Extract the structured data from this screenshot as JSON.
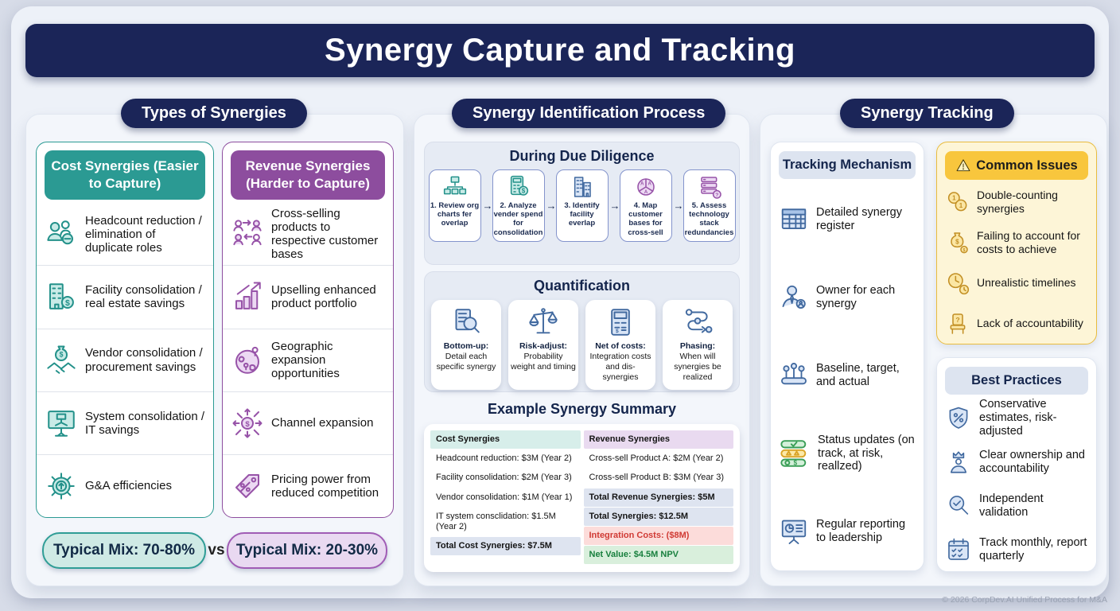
{
  "page": {
    "title": "Synergy Capture and Tracking",
    "footer": "© 2026 CorpDev.AI Unified Process for M&A"
  },
  "colors": {
    "navy": "#1b2558",
    "teal": "#2b9a93",
    "purple": "#8d4d9e",
    "yellow": "#f8c63d",
    "blue_icon": "#41699f",
    "gold_icon": "#c28f24",
    "red_text": "#d03a34",
    "green_text": "#177f3d"
  },
  "left": {
    "header": "Types of Synergies",
    "vs": "vs",
    "cost": {
      "title": "Cost Synergies (Easier to Capture)",
      "items": [
        "Headcount reduction / elimination of duplicate roles",
        "Facility consolidation / real estate savings",
        "Vendor consolidation / procurement savings",
        "System consolidation / IT savings",
        "G&A efficiencies"
      ],
      "mix": "Typical Mix: 70-80%"
    },
    "revenue": {
      "title": "Revenue Synergies (Harder to Capture)",
      "items": [
        "Cross-selling products to respective customer bases",
        "Upselling enhanced product portfolio",
        "Geographic expansion opportunities",
        "Channel expansion",
        "Pricing power from reduced competition"
      ],
      "mix": "Typical Mix: 20-30%"
    }
  },
  "middle": {
    "header": "Synergy Identification Process",
    "due_diligence": {
      "title": "During Due Diligence",
      "steps": [
        "1. Review org charts fer overlap",
        "2. Analyze vender spend for consolidation",
        "3. Identify facility everlap",
        "4. Map customer bases for cross-sell",
        "5. Assess technology stack redundancies"
      ]
    },
    "quantification": {
      "title": "Quantification",
      "cards": [
        {
          "bold": "Bottom-up:",
          "rest": "Detail each specific synergy"
        },
        {
          "bold": "Risk-adjust:",
          "rest": "Probability weight and timing"
        },
        {
          "bold": "Net of costs:",
          "rest": "Integration costs and dis-synergies"
        },
        {
          "bold": "Phasing:",
          "rest": "When will synergies be realized"
        }
      ]
    },
    "summary": {
      "title": "Example Synergy Summary",
      "cost_header": "Cost Synergies",
      "cost_rows": [
        "Headcount reduction: $3M (Year 2)",
        "Facility consolidation: $2M (Year 3)",
        "Vendor consolidation: $1M (Year 1)",
        "IT system consclidation: $1.5M (Year 2)"
      ],
      "cost_total": "Total Cost Synergies: $7.5M",
      "revenue_header": "Revenue Synergies",
      "revenue_rows": [
        "Cross-sell Product A: $2M (Year 2)",
        "Cross-sell Product B: $3M (Year 3)"
      ],
      "revenue_total": "Total Revenue Synergies: $5M",
      "total_synergies": "Total Synergies: $12.5M",
      "integration_costs": "Integration Costs: ($8M)",
      "net_value": "Net Value: $4.5M NPV"
    }
  },
  "right": {
    "header": "Synergy Tracking",
    "tracking": {
      "title": "Tracking Mechanism",
      "items": [
        "Detailed synergy register",
        "Owner for each synergy",
        "Baseline, target, and actual",
        "Status updates (on track, at risk, reallzed)",
        "Regular reporting to leadership"
      ]
    },
    "issues": {
      "title": "Common Issues",
      "items": [
        "Double-counting synergies",
        "Failing to account for costs to achieve",
        "Unrealistic timelines",
        "Lack of accountability"
      ]
    },
    "practices": {
      "title": "Best Practices",
      "items": [
        "Conservative estimates, risk-adjusted",
        "Clear ownership and accountability",
        "Independent validation",
        "Track monthly, report quarterly"
      ]
    }
  }
}
